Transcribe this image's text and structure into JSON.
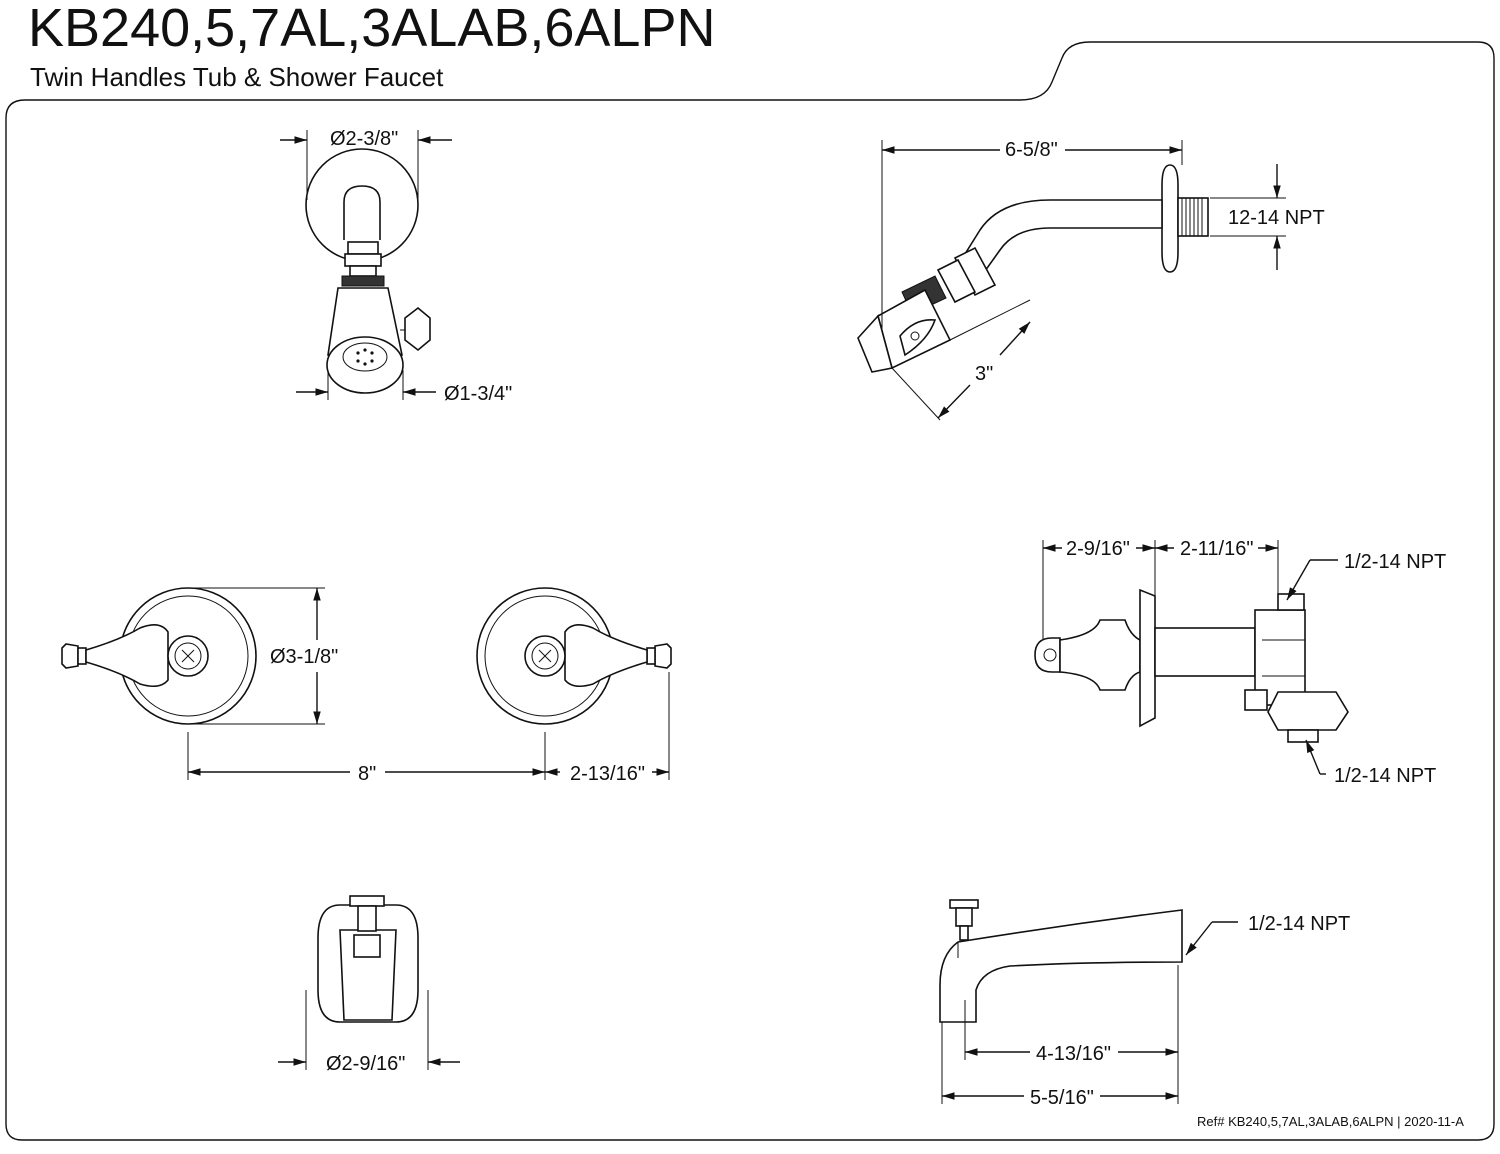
{
  "header": {
    "title": "KB240,5,7AL,3ALAB,6ALPN",
    "subtitle": "Twin Handles Tub & Shower Faucet"
  },
  "dimensions": {
    "shower_arm_flange_dia": "Ø2-3/8\"",
    "shower_head_dia": "Ø1-3/4\"",
    "shower_arm_length": "6-5/8\"",
    "shower_arm_thread": "12-14 NPT",
    "shower_head_length": "3\"",
    "valve_depth_front": "2-9/16\"",
    "valve_depth_rear": "2-11/16\"",
    "valve_top_thread": "1/2-14 NPT",
    "valve_bottom_thread": "1/2-14 NPT",
    "handle_flange_dia": "Ø3-1/8\"",
    "handle_spacing": "8\"",
    "handle_overhang": "2-13/16\"",
    "spout_flange_dia": "Ø2-9/16\"",
    "spout_thread": "1/2-14 NPT",
    "spout_reach_short": "4-13/16\"",
    "spout_reach_long": "5-5/16\""
  },
  "footer": {
    "reference": "Ref# KB240,5,7AL,3ALAB,6ALPN | 2020-11-A"
  }
}
